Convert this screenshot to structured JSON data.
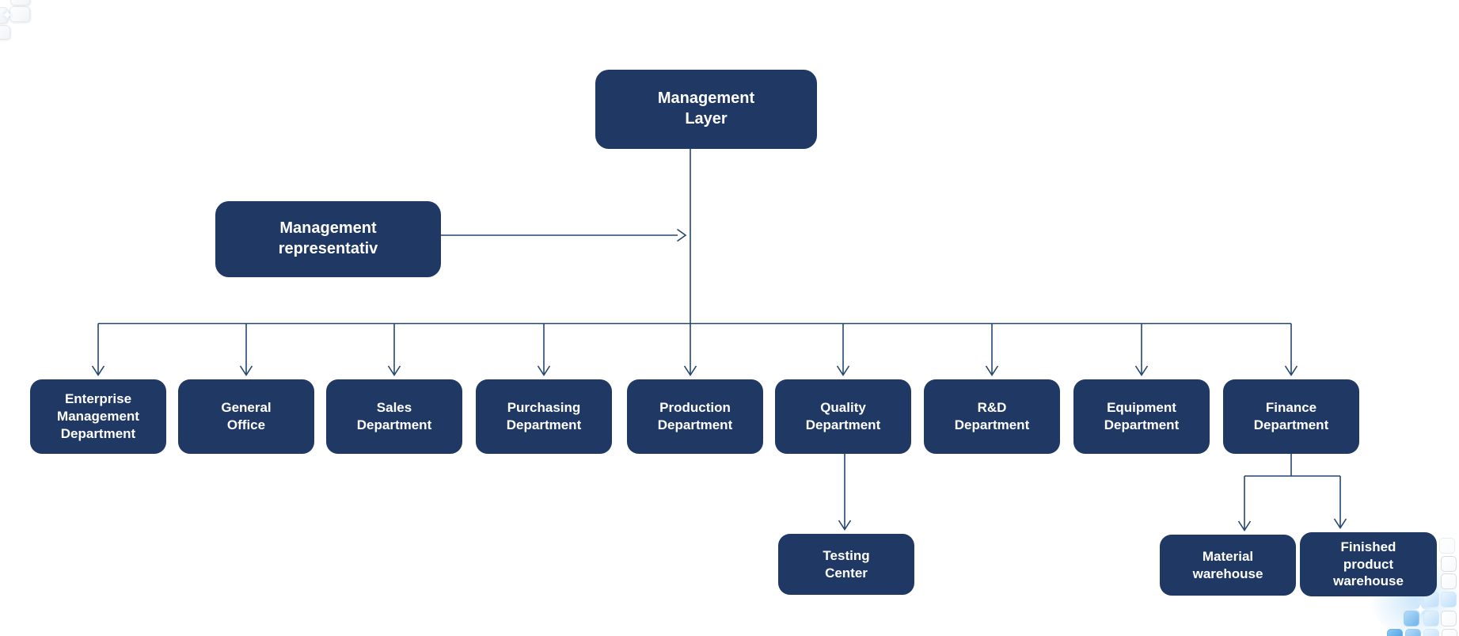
{
  "colors": {
    "node_fill": "#1f3864",
    "node_text": "#ffffff",
    "connector": "#24466e",
    "deco_blue_strong": "#3d97de",
    "deco_blue_medium": "#79b9ec",
    "deco_blue_light": "#c3e1f8",
    "deco_outline": "#d9dde1"
  },
  "nodes": {
    "management_layer": {
      "label": "Management\nLayer"
    },
    "management_representative": {
      "label": "Management\nrepresentativ"
    },
    "departments": [
      {
        "label": "Enterprise\nManagement\nDepartment"
      },
      {
        "label": "General\nOffice"
      },
      {
        "label": "Sales\nDepartment"
      },
      {
        "label": "Purchasing\nDepartment"
      },
      {
        "label": "Production\nDepartment"
      },
      {
        "label": "Quality\nDepartment"
      },
      {
        "label": "R&D\nDepartment"
      },
      {
        "label": "Equipment\nDepartment"
      },
      {
        "label": "Finance\nDepartment"
      }
    ],
    "testing_center": {
      "label": "Testing\nCenter"
    },
    "material_warehouse": {
      "label": "Material\nwarehouse"
    },
    "finished_product_warehouse": {
      "label": "Finished\nproduct\nwarehouse"
    }
  },
  "edges": [
    {
      "from": "Management representativ",
      "to": "Management Layer",
      "style": "arrow"
    },
    {
      "from": "Management Layer",
      "to": "Enterprise Management Department",
      "style": "arrow"
    },
    {
      "from": "Management Layer",
      "to": "General Office",
      "style": "arrow"
    },
    {
      "from": "Management Layer",
      "to": "Sales Department",
      "style": "arrow"
    },
    {
      "from": "Management Layer",
      "to": "Purchasing Department",
      "style": "arrow"
    },
    {
      "from": "Management Layer",
      "to": "Production Department",
      "style": "arrow"
    },
    {
      "from": "Management Layer",
      "to": "Quality Department",
      "style": "arrow"
    },
    {
      "from": "Management Layer",
      "to": "R&D Department",
      "style": "arrow"
    },
    {
      "from": "Management Layer",
      "to": "Equipment Department",
      "style": "arrow"
    },
    {
      "from": "Management Layer",
      "to": "Finance Department",
      "style": "arrow"
    },
    {
      "from": "Quality Department",
      "to": "Testing Center",
      "style": "arrow"
    },
    {
      "from": "Finance Department",
      "to": "Material warehouse",
      "style": "arrow"
    },
    {
      "from": "Finance Department",
      "to": "Finished product warehouse",
      "style": "arrow"
    }
  ]
}
